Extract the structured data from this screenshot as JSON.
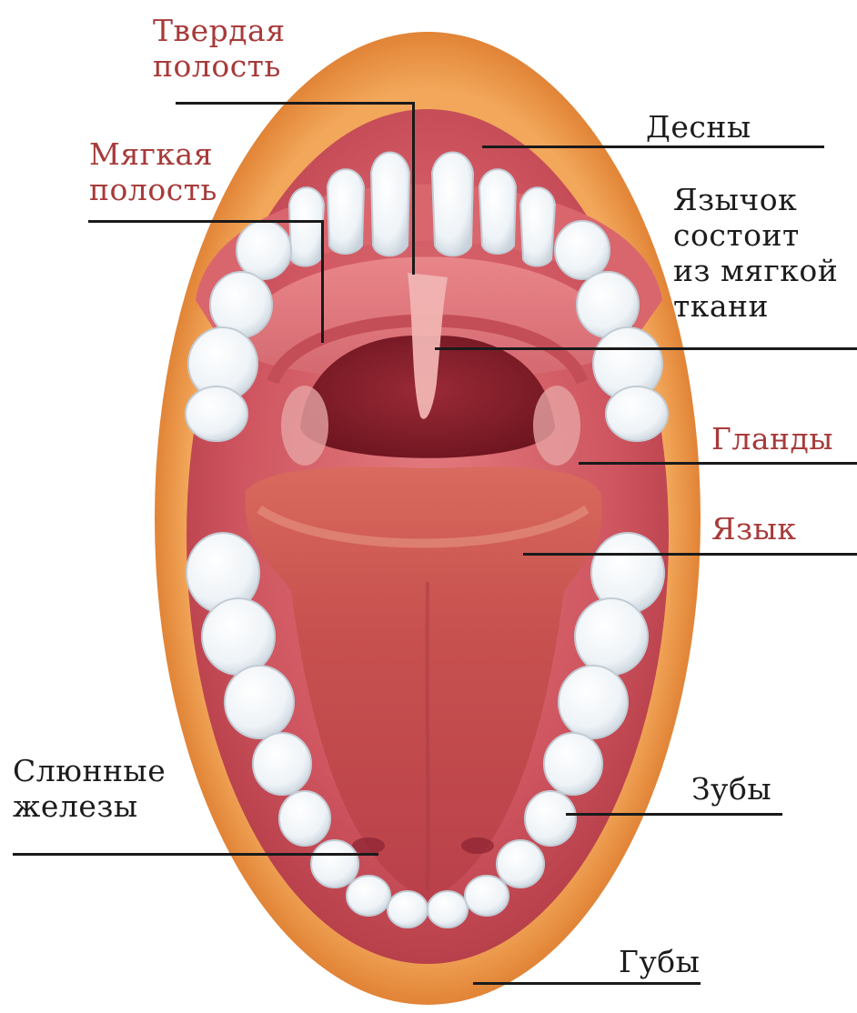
{
  "labels": {
    "hard_palate": [
      "Твердая",
      "полость"
    ],
    "soft_palate": [
      "Мягкая",
      "полость"
    ],
    "gums": [
      "Десны"
    ],
    "uvula": [
      "Язычок",
      "состоит",
      "из мягкой",
      "ткани"
    ],
    "tonsils": [
      "Гланды"
    ],
    "tongue": [
      "Язык"
    ],
    "salivary_glands": [
      "Слюнные",
      "железы"
    ],
    "teeth": [
      "Зубы"
    ],
    "lips": [
      "Губы"
    ]
  },
  "colors": {
    "label_red": "#a83a3a",
    "label_black": "#1c1c1c",
    "lip": "#e08a3c",
    "mouth_inner": "#c9505a",
    "throat": "#8e1f2a",
    "tongue": "#cf5a55",
    "tooth": "#f4f8fb"
  }
}
